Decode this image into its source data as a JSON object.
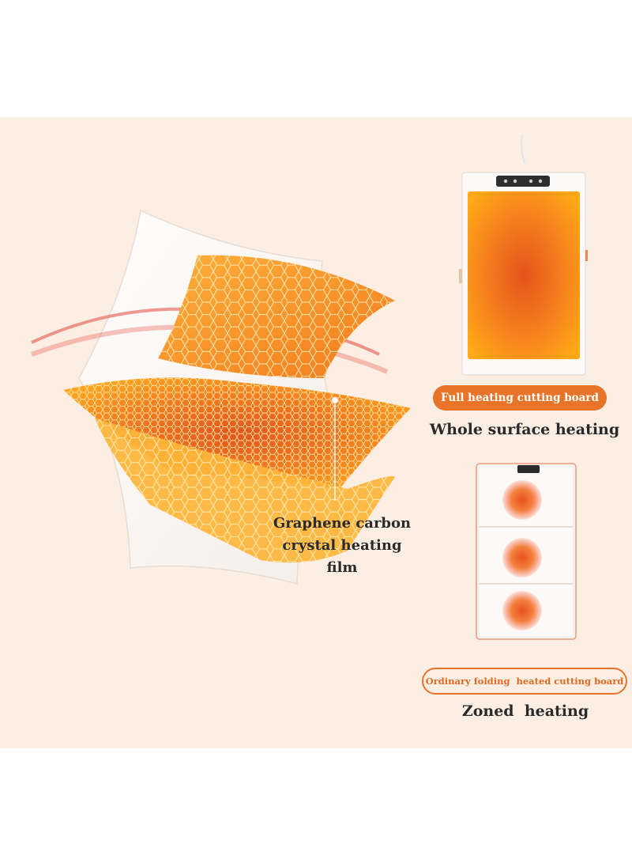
{
  "film_caption": {
    "line1": "Graphene carbon",
    "line2": "crystal heating film"
  },
  "full_board": {
    "badge": "Full heating cutting board",
    "subtitle": "Whole surface heating"
  },
  "folding_board": {
    "badge": "Ordinary folding  heated cutting board",
    "subtitle": "Zoned  heating"
  },
  "colors": {
    "background": "#fdeee3",
    "accent": "#e8742a",
    "heat_core": "#e5531c",
    "heat_edge": "#ffa51f",
    "text": "#2a2a2a"
  },
  "icons": [
    "heating-film-layers-icon",
    "power-cord-icon",
    "control-panel-icon",
    "heat-zone-icon"
  ]
}
